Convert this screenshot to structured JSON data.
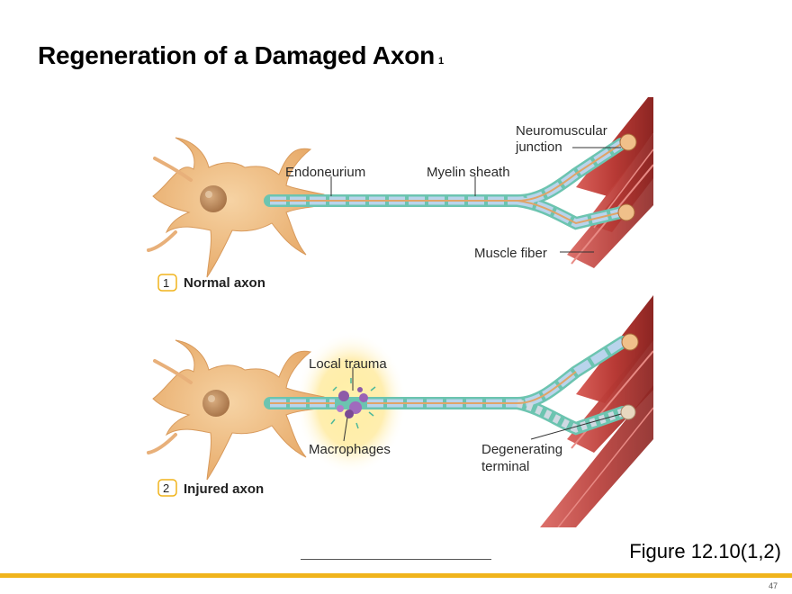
{
  "slide": {
    "title": "Regeneration of a Damaged Axon",
    "title_superscript": "1",
    "caption": "Figure 12.10(1,2)",
    "page_number": "47"
  },
  "diagram": {
    "panel1": {
      "step": "1",
      "label": "Normal axon",
      "callouts": {
        "endoneurium": "Endoneurium",
        "myelin": "Myelin sheath",
        "nmj_line1": "Neuromuscular",
        "nmj_line2": "junction",
        "muscle": "Muscle fiber"
      }
    },
    "panel2": {
      "step": "2",
      "label": "Injured axon",
      "callouts": {
        "trauma": "Local trauma",
        "macrophages": "Macrophages",
        "degen_line1": "Degenerating",
        "degen_line2": "terminal"
      }
    },
    "colors": {
      "accent_bar": "#f0b41c",
      "neuron_body": "#f0c08a",
      "myelin": "#8fb6d8",
      "endoneurium": "#6cc4b0",
      "muscle": "#b83a35",
      "macrophage": "#8e5aa8",
      "badge": "#f0b41c"
    }
  }
}
